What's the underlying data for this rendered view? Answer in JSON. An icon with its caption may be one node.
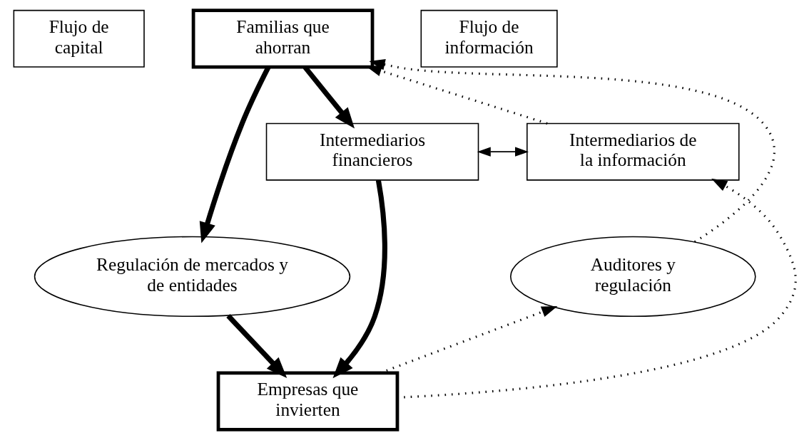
{
  "diagram": {
    "nodes": [
      {
        "text": [
          "Familias que ahorran"
        ]
      },
      {
        "text": [
          "Flujo de capital"
        ]
      },
      {
        "text": [
          "Intermediarios financieros"
        ]
      },
      {
        "text": [
          "Flujo de información"
        ]
      },
      {
        "text": [
          "Intermediarios de la información"
        ]
      },
      {
        "text": [
          "Regulación de mercados y de entidades"
        ]
      },
      {
        "text": [
          "Auditores y regulación"
        ]
      },
      {
        "text": [
          "Empresas que invierten"
        ]
      }
    ],
    "edges": [
      {
        "from": 0,
        "to": 2,
        "arrow": "to",
        "style": "thick"
      },
      {
        "from": 0,
        "to": 5,
        "arrow": "to",
        "style": "thick"
      },
      {
        "from": 2,
        "to": 4,
        "arrow": "both"
      },
      {
        "from": 2,
        "to": 7,
        "arrow": "to",
        "style": "thick"
      },
      {
        "from": 5,
        "to": 7,
        "arrow": "to",
        "style": "thick"
      },
      {
        "from": 4,
        "to": 0,
        "arrow": "to",
        "style": "dashed"
      },
      {
        "from": 7,
        "to": 4,
        "arrow": "to",
        "style": "dashed"
      },
      {
        "from": 7,
        "to": 6,
        "arrow": "to",
        "style": "dashed"
      },
      {
        "from": 6,
        "to": 0,
        "arrow": "to",
        "style": "dashed"
      }
    ]
  }
}
